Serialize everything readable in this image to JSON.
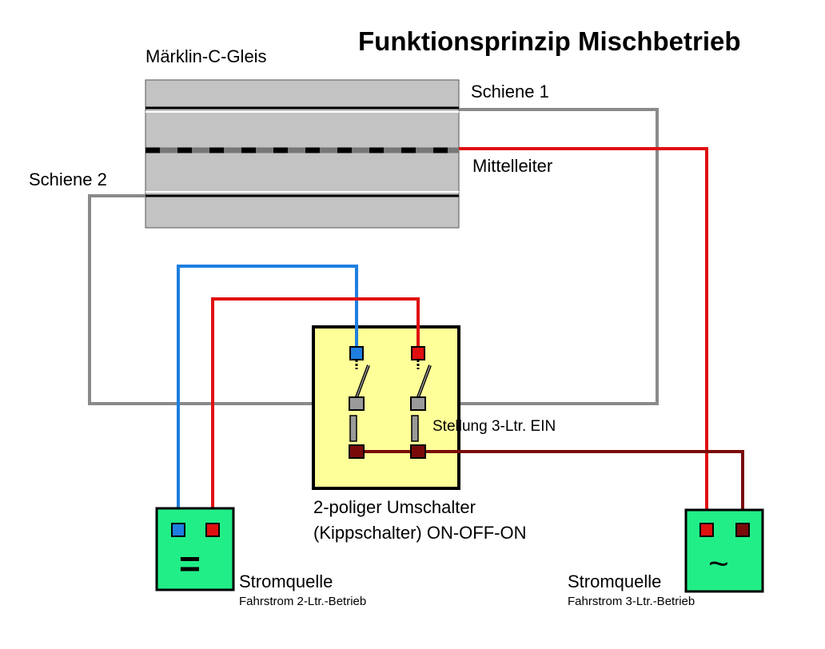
{
  "title": "Funktionsprinzip Mischbetrieb",
  "track": {
    "label": "Märklin-C-Gleis"
  },
  "rail_1": {
    "label": "Schiene 1"
  },
  "center_conductor": {
    "label": "Mittelleiter"
  },
  "rail_2": {
    "label": "Schiene 2"
  },
  "switch": {
    "position_label": "Stellung 3-Ltr. EIN",
    "label_line1": "2-poliger Umschalter",
    "label_line2": "(Kippschalter) ON-OFF-ON"
  },
  "dc_source": {
    "label": "Stromquelle",
    "sublabel": "Fahrstrom 2-Ltr.-Betrieb",
    "symbol": "="
  },
  "ac_source": {
    "label": "Stromquelle",
    "sublabel": "Fahrstrom 3-Ltr.-Betrieb",
    "symbol": "~"
  },
  "colors": {
    "blue_wire": "#1e7fe0",
    "red_wire": "#e01010",
    "gray_wire": "#8a8a8a",
    "darkred_wire": "#7a0a0a",
    "switch_body": "#ffff99",
    "source_body": "#22ee88",
    "track_body": "#c3c3c3"
  }
}
